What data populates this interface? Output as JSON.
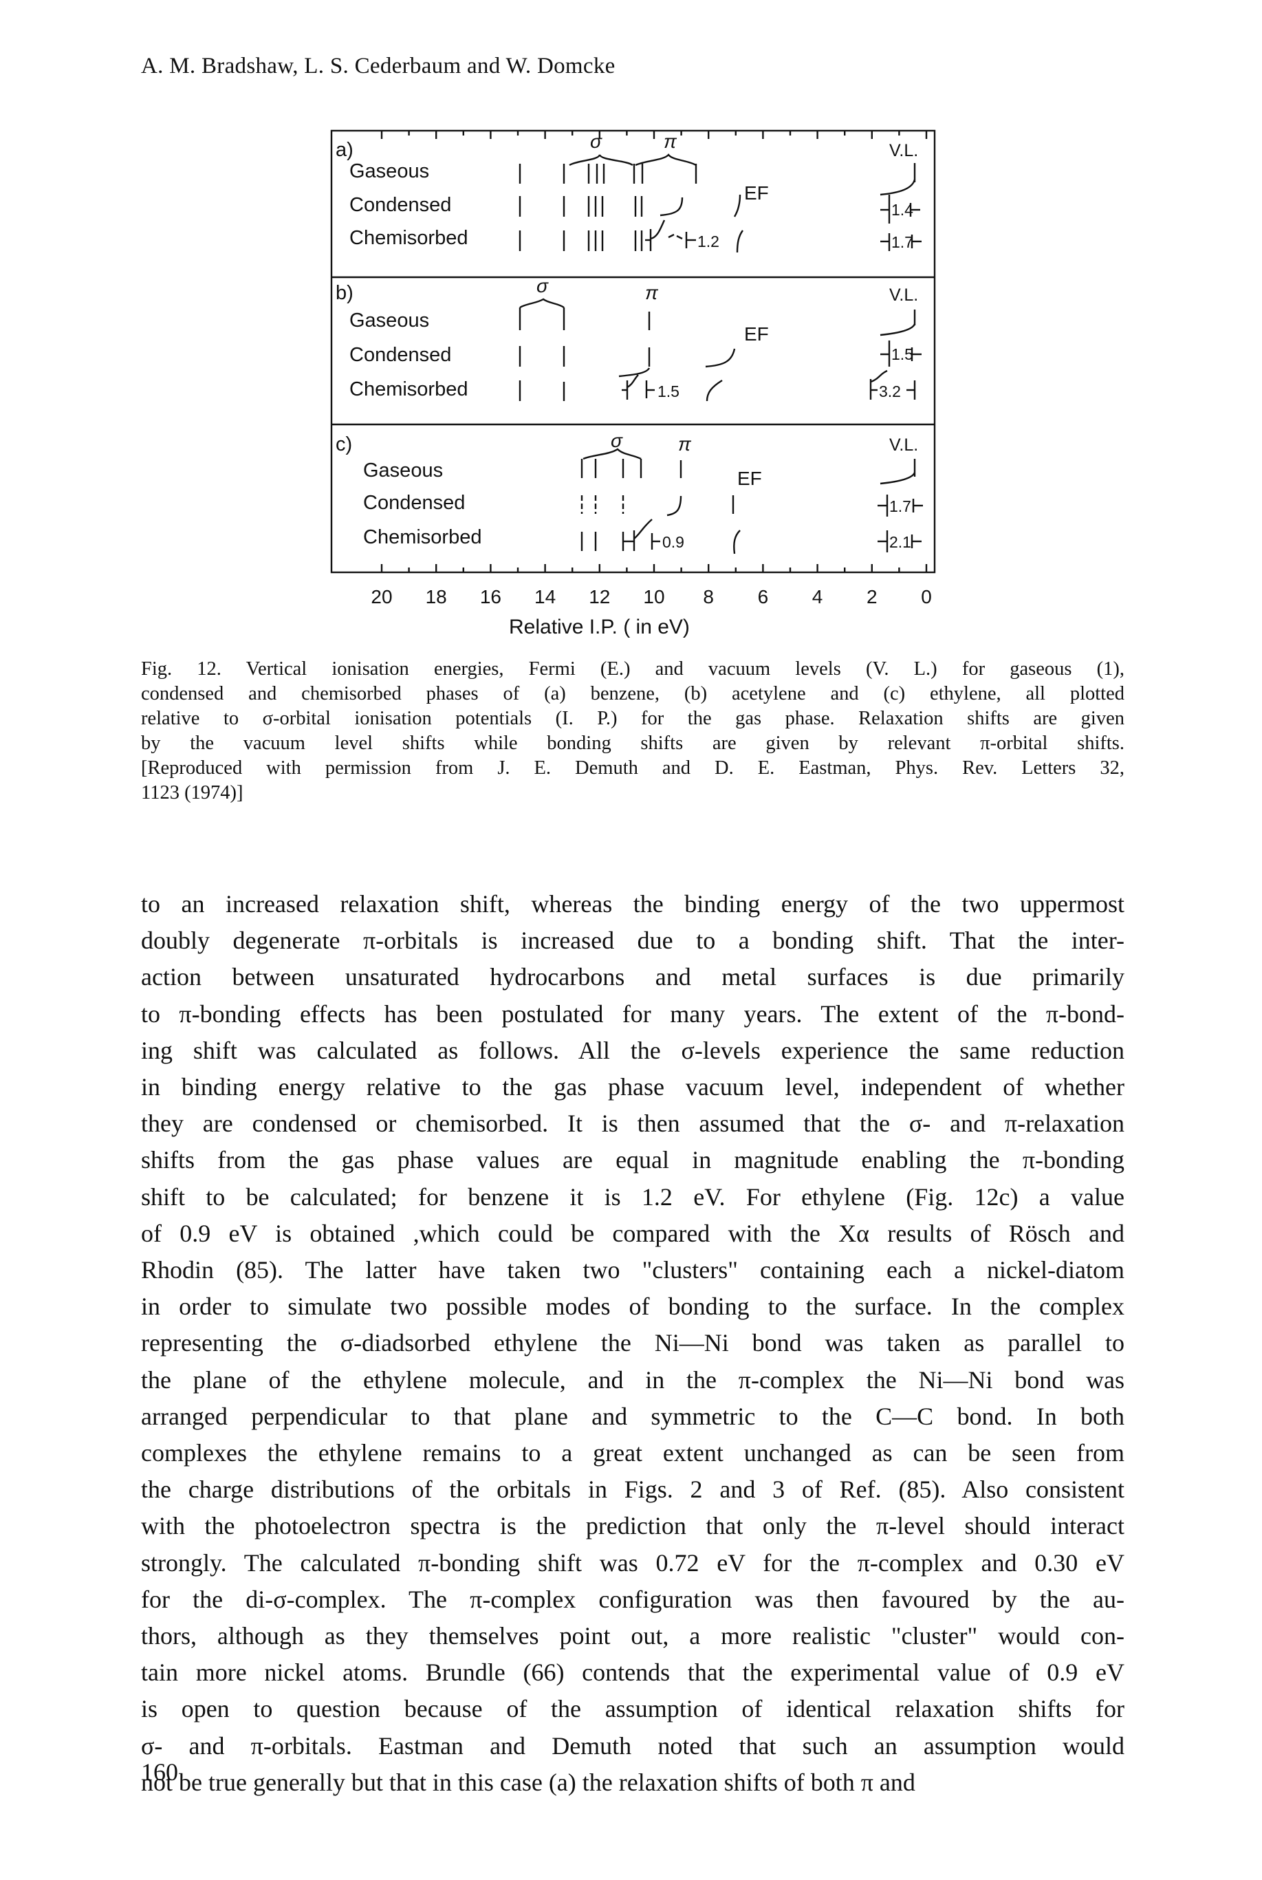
{
  "header": {
    "authors": "A. M. Bradshaw, L. S. Cederbaum and W. Domcke"
  },
  "figure": {
    "panels": [
      {
        "label": "a)",
        "rows": [
          "Gaseous",
          "Condensed",
          "Chemisorbed"
        ],
        "sigma_label": "σ",
        "pi_label": "π",
        "ef_label": "EF",
        "vl_label": "V.L.",
        "bonding_shift": "1.2",
        "vl_shift_condensed": "1.4",
        "vl_shift_chemisorbed": "1.7"
      },
      {
        "label": "b)",
        "rows": [
          "Gaseous",
          "Condensed",
          "Chemisorbed"
        ],
        "sigma_label": "σ",
        "pi_label": "π",
        "ef_label": "EF",
        "vl_label": "V.L.",
        "bonding_shift": "1.5",
        "vl_shift_condensed": "1.5",
        "vl_shift_chemisorbed": "3.2"
      },
      {
        "label": "c)",
        "rows": [
          "Gaseous",
          "Condensed",
          "Chemisorbed"
        ],
        "sigma_label": "σ",
        "pi_label": "π",
        "ef_label": "EF",
        "vl_label": "V.L.",
        "bonding_shift": "0.9",
        "vl_shift_condensed": "1.7",
        "vl_shift_chemisorbed": "2.1"
      }
    ],
    "axis": {
      "ticks": [
        "20",
        "18",
        "16",
        "14",
        "12",
        "10",
        "8",
        "6",
        "4",
        "2",
        "0"
      ],
      "label": "Relative I.P. ( in eV)"
    }
  },
  "caption": {
    "lines": [
      "Fig. 12. Vertical ionisation energies, Fermi (E.) and vacuum levels (V. L.) for gaseous (1),",
      "condensed and chemisorbed phases of (a) benzene, (b) acetylene and (c) ethylene, all plotted",
      "relative to σ-orbital ionisation potentials (I. P.) for the gas phase. Relaxation shifts are given",
      "by the vacuum level shifts while bonding shifts are given by relevant π-orbital shifts.",
      "[Reproduced with permission from J. E. Demuth and D. E. Eastman, Phys. Rev. Letters 32,",
      "1123 (1974)]"
    ]
  },
  "body": {
    "lines": [
      "to an increased relaxation shift, whereas the binding energy of the two uppermost",
      "doubly degenerate π-orbitals is increased due to a bonding shift. That the inter-",
      "action between unsaturated hydrocarbons and metal surfaces is due primarily",
      "to π-bonding effects has been postulated for many years. The extent of the π-bond-",
      "ing shift was calculated as follows. All the σ-levels experience the same reduction",
      "in binding energy relative to the gas phase vacuum level, independent of whether",
      "they are condensed or chemisorbed. It is then assumed that the σ- and π-relaxation",
      "shifts from the gas phase values are equal in magnitude enabling the π-bonding",
      "shift to be calculated; for benzene it is 1.2 eV. For ethylene (Fig. 12c) a value",
      "of 0.9 eV is obtained ,which could be compared with the Xα results of Rösch and",
      "Rhodin (85). The latter have taken two \"clusters\" containing each a nickel-diatom",
      "in order to simulate two possible modes of bonding to the surface. In the complex",
      "representing the σ-diadsorbed ethylene the Ni—Ni bond was taken as parallel to",
      "the plane of the ethylene molecule, and in the π-complex the Ni—Ni bond was",
      "arranged perpendicular to that plane and symmetric to the C—C bond. In both",
      "complexes the ethylene remains to a great extent unchanged as can be seen from",
      "the charge distributions of the orbitals in Figs. 2 and 3 of Ref. (85). Also consistent",
      "with the photoelectron spectra is the prediction that only the π-level should interact",
      "strongly. The calculated π-bonding shift was 0.72 eV for the π-complex and 0.30 eV",
      "for the di-σ-complex. The π-complex configuration was then favoured by the au-",
      "thors, although as they themselves point out, a more realistic \"cluster\" would con-",
      "tain more nickel atoms. Brundle (66) contends that the experimental value of 0.9 eV",
      "is open to question because of the assumption of identical relaxation shifts for",
      "σ- and π-orbitals. Eastman and Demuth noted that such an assumption would",
      "not be true generally but that in this case (a) the relaxation shifts of both π and"
    ]
  },
  "page_number": "160"
}
